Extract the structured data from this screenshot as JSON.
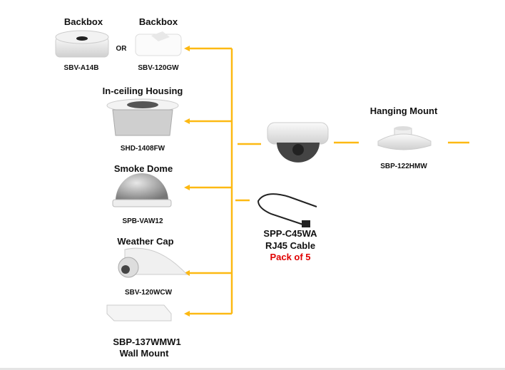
{
  "accessories": {
    "backbox1": {
      "title": "Backbox",
      "model": "SBV-A14B"
    },
    "or_label": "OR",
    "backbox2": {
      "title": "Backbox",
      "model": "SBV-120GW"
    },
    "inceiling": {
      "title": "In-ceiling Housing",
      "model": "SHD-1408FW"
    },
    "smoke": {
      "title": "Smoke Dome",
      "model": "SPB-VAW12"
    },
    "weather": {
      "title": "Weather Cap",
      "model": "SBV-120WCW"
    },
    "wall": {
      "model": "SBP-137WMW1",
      "title": "Wall Mount"
    }
  },
  "hanging": {
    "title": "Hanging Mount",
    "model": "SBP-122HMW"
  },
  "cable": {
    "model": "SPP-C45WA",
    "name": "RJ45 Cable",
    "pack": "Pack of 5"
  },
  "colors": {
    "connector": "#FDB913",
    "pack": "#E00000"
  }
}
